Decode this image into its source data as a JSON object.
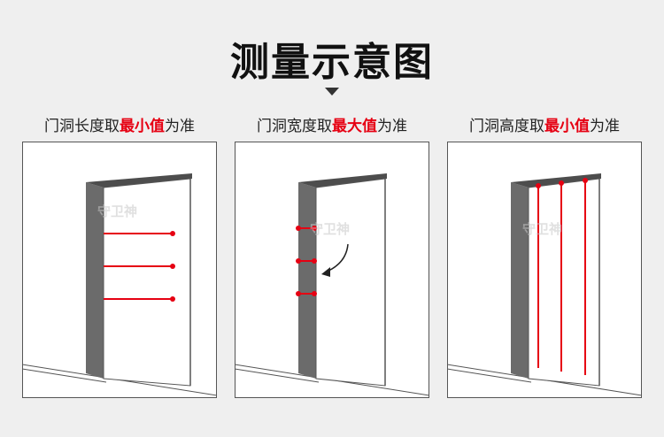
{
  "title": "测量示意图",
  "captions": [
    {
      "prefix": "门洞长度取",
      "highlight": "最小值",
      "suffix": "为准"
    },
    {
      "prefix": "门洞宽度取",
      "highlight": "最大值",
      "suffix": "为准"
    },
    {
      "prefix": "门洞高度取",
      "highlight": "最小值",
      "suffix": "为准"
    }
  ],
  "watermark": "守卫神",
  "colors": {
    "accent": "#e60012",
    "frame": "#666666",
    "wall": "#ffffff",
    "background": "#efefef"
  }
}
